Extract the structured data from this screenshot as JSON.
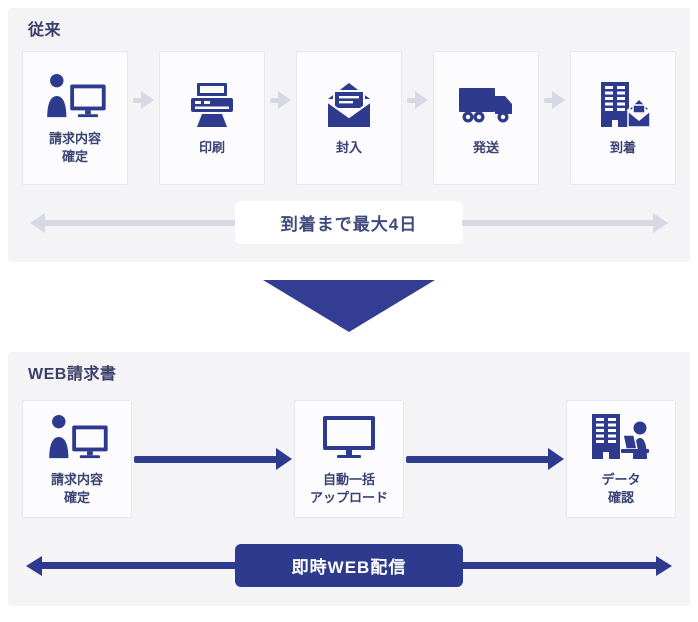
{
  "colors": {
    "accent_navy": "#2e3a8e",
    "triangle_navy": "#333d94",
    "gray_arrow": "#d6d8e4",
    "section_background": "#f4f4f7",
    "box_background": "#fcfcfe",
    "heading_text": "#3a3f68",
    "label_text": "#3a4274"
  },
  "conventional": {
    "heading": "従来",
    "steps": [
      {
        "icon": "person-monitor-icon",
        "label": "請求内容\n確定"
      },
      {
        "icon": "printer-icon",
        "label": "印刷"
      },
      {
        "icon": "envelope-letter-icon",
        "label": "封入"
      },
      {
        "icon": "truck-icon",
        "label": "発送"
      },
      {
        "icon": "building-envelope-icon",
        "label": "到着"
      }
    ],
    "duration_label": "到着まで最大4日"
  },
  "web": {
    "heading": "WEB請求書",
    "steps": [
      {
        "icon": "person-monitor-icon",
        "label": "請求内容\n確定"
      },
      {
        "icon": "monitor-icon",
        "label": "自動一括\nアップロード"
      },
      {
        "icon": "building-person-laptop-icon",
        "label": "データ\n確認"
      }
    ],
    "duration_label": "即時WEB配信"
  }
}
